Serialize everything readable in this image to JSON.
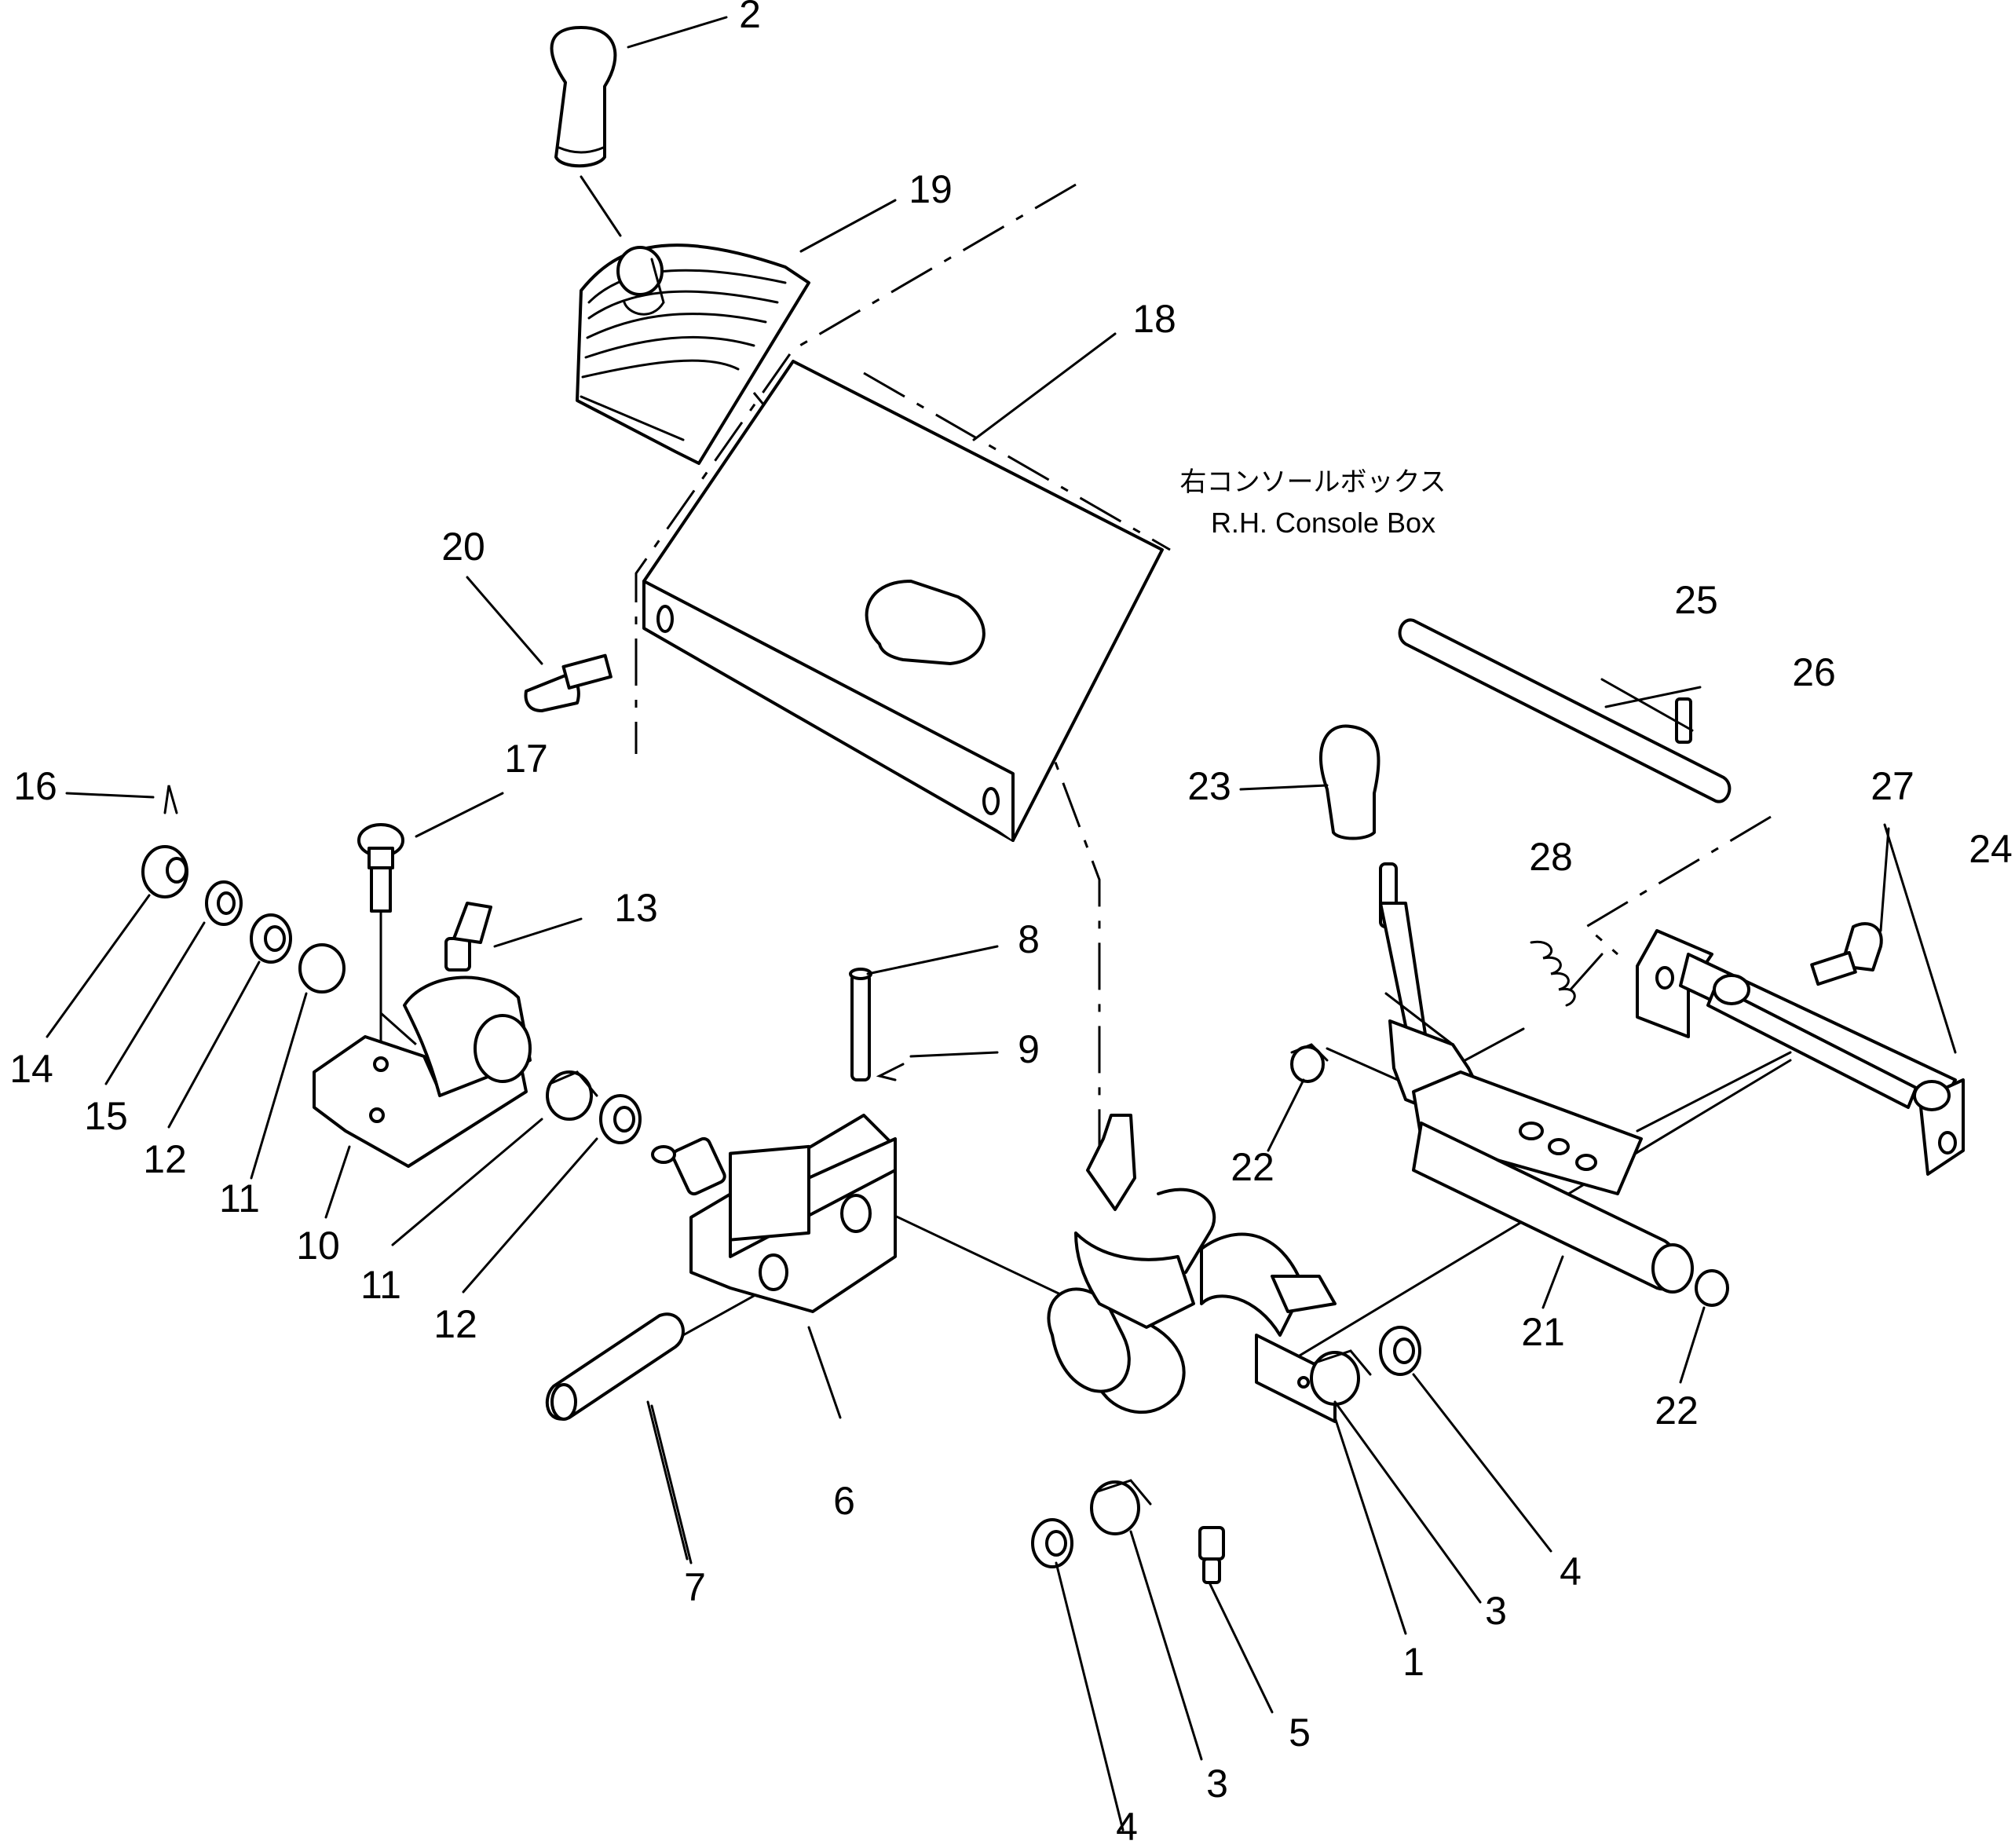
{
  "console_label_jp": "右コンソールボックス",
  "console_label_en": "R.H. Console Box",
  "callouts": {
    "c1": "1",
    "c2": "2",
    "c3a": "3",
    "c3b": "3",
    "c4a": "4",
    "c4b": "4",
    "c5": "5",
    "c6": "6",
    "c7": "7",
    "c8": "8",
    "c9": "9",
    "c10": "10",
    "c11a": "11",
    "c11b": "11",
    "c12a": "12",
    "c12b": "12",
    "c13": "13",
    "c14": "14",
    "c15": "15",
    "c16": "16",
    "c17": "17",
    "c18": "18",
    "c19": "19",
    "c20": "20",
    "c21": "21",
    "c22a": "22",
    "c22b": "22",
    "c23": "23",
    "c24": "24",
    "c25": "25",
    "c26": "26",
    "c27": "27",
    "c28": "28"
  }
}
